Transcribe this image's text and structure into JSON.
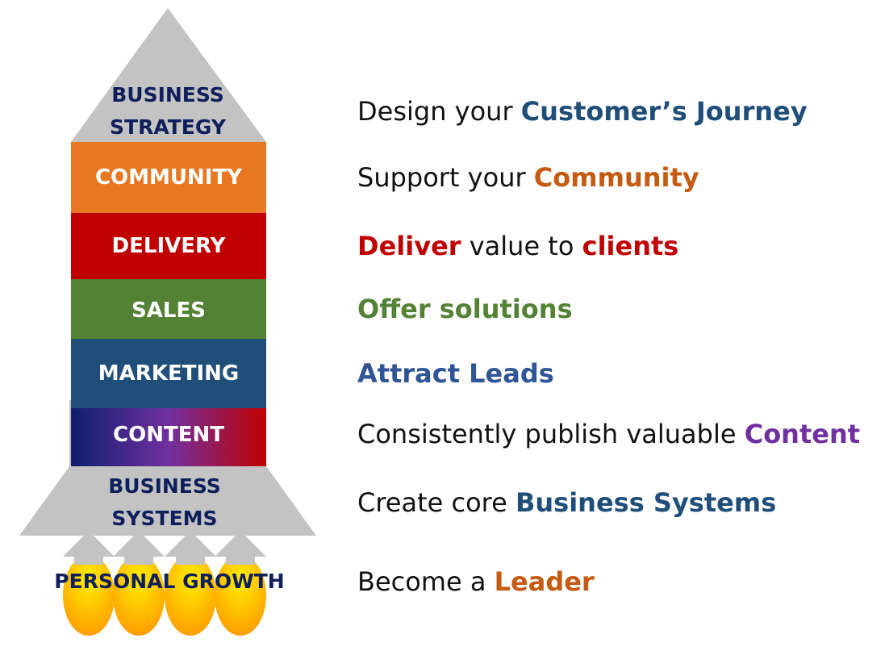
{
  "colors": {
    "gray": "#c3c3c3",
    "community": "#e87722",
    "delivery": "#c00000",
    "sales": "#548235",
    "marketing": "#1f4e79",
    "content_gradient": [
      "#0f1f6c",
      "#7030a0",
      "#c00000"
    ],
    "flame_gradient": [
      "#ffee00",
      "#ff9900"
    ],
    "navy_text": "#0f1f5c",
    "blue_highlight": "#1f4e79",
    "orange_highlight": "#c55a11",
    "red_highlight": "#c00000",
    "green_highlight": "#548235",
    "leads_highlight": "#2f5597",
    "purple_highlight": "#7030a0"
  },
  "rocket": {
    "nose": [
      "BUSINESS",
      "STRATEGY"
    ],
    "community": "COMMUNITY",
    "delivery": "DELIVERY",
    "sales": "SALES",
    "marketing": "MARKETING",
    "content": "CONTENT",
    "base": [
      "BUSINESS",
      "SYSTEMS"
    ],
    "flames": "PERSONAL GROWTH"
  },
  "taglines": [
    {
      "id": "strategy",
      "parts": [
        {
          "text": "Design your ",
          "bold": false,
          "color": "#111111"
        },
        {
          "text": "Customer’s Journey",
          "bold": true,
          "color": "#1f4e79"
        }
      ]
    },
    {
      "id": "community",
      "parts": [
        {
          "text": "Support your ",
          "bold": false,
          "color": "#111111"
        },
        {
          "text": "Community",
          "bold": true,
          "color": "#c55a11"
        }
      ]
    },
    {
      "id": "delivery",
      "parts": [
        {
          "text": "Deliver",
          "bold": true,
          "color": "#c00000"
        },
        {
          "text": " value to ",
          "bold": false,
          "color": "#111111"
        },
        {
          "text": "clients",
          "bold": true,
          "color": "#c00000"
        }
      ]
    },
    {
      "id": "sales",
      "parts": [
        {
          "text": "Offer solutions",
          "bold": true,
          "color": "#548235"
        }
      ]
    },
    {
      "id": "marketing",
      "parts": [
        {
          "text": "Attract Leads",
          "bold": true,
          "color": "#2f5597"
        }
      ]
    },
    {
      "id": "content",
      "parts": [
        {
          "text": "Consistently publish valuable ",
          "bold": false,
          "color": "#111111"
        },
        {
          "text": "Content",
          "bold": true,
          "color": "#7030a0"
        }
      ]
    },
    {
      "id": "systems",
      "parts": [
        {
          "text": "Create core ",
          "bold": false,
          "color": "#111111"
        },
        {
          "text": "Business Systems",
          "bold": true,
          "color": "#1f4e79"
        }
      ]
    },
    {
      "id": "growth",
      "parts": [
        {
          "text": "Become a ",
          "bold": false,
          "color": "#111111"
        },
        {
          "text": "Leader",
          "bold": true,
          "color": "#c55a11"
        }
      ]
    }
  ]
}
